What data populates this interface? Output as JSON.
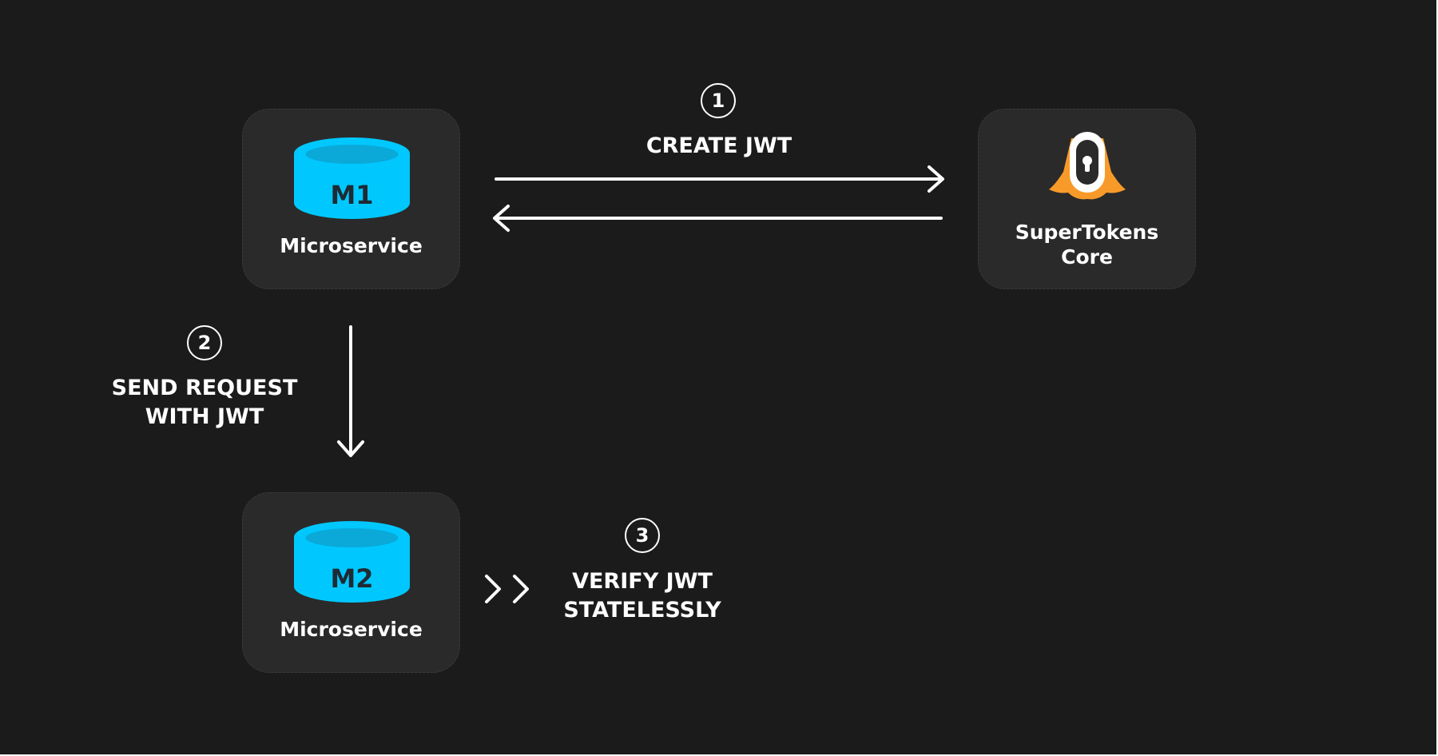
{
  "microservice_m1": {
    "badge": "M1",
    "label": "Microservice"
  },
  "microservice_m2": {
    "badge": "M2",
    "label": "Microservice"
  },
  "supertokens_core": {
    "label_line1": "SuperTokens",
    "label_line2": "Core"
  },
  "steps": [
    {
      "number": "1",
      "line1": "CREATE JWT"
    },
    {
      "number": "2",
      "line1": "SEND REQUEST",
      "line2": "WITH JWT"
    },
    {
      "number": "3",
      "line1": "VERIFY JWT",
      "line2": "STATELESSLY"
    }
  ],
  "colors": {
    "background": "#1b1b1b",
    "card": "#2a2a2a",
    "database_cyan": "#00c8ff",
    "database_top": "#0aa9d8",
    "logo_orange": "#f89a2a",
    "arrow": "#ffffff"
  },
  "icons": [
    "database-icon",
    "supertokens-logo-icon",
    "arrow-right-icon",
    "arrow-left-icon",
    "arrow-down-icon",
    "double-chevron-right-icon"
  ]
}
